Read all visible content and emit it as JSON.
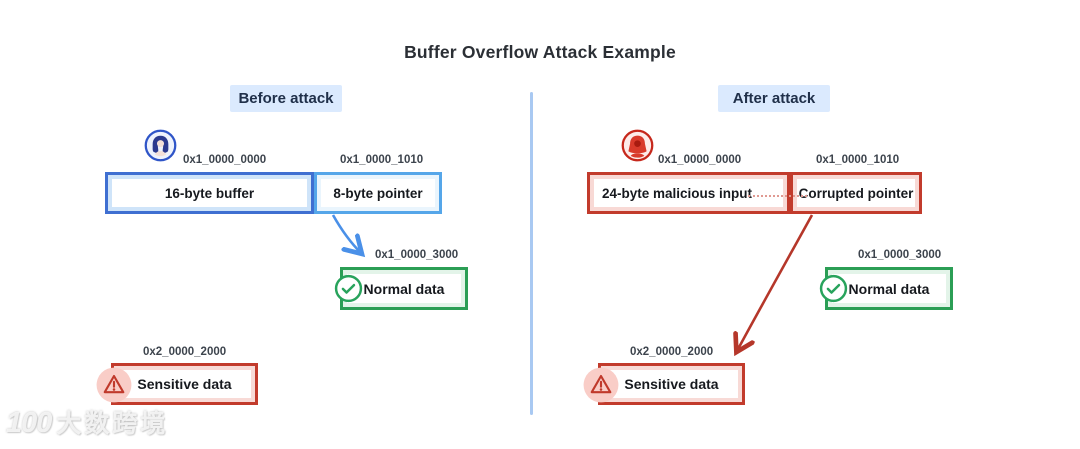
{
  "title": "Buffer Overflow Attack Example",
  "palette": {
    "badge_bg": "#dbeafe",
    "blue_border_strong": "#3f6fd1",
    "blue_border_light": "#55a6e9",
    "blue_fill": "#cfe4f9",
    "blue_fill_light": "#eaf5fd",
    "red_border": "#c23b2c",
    "red_fill": "#f8dad6",
    "green_border": "#2b9e55",
    "green_fill": "#e3f4e9",
    "arrow_blue": "#4a90e8",
    "arrow_red": "#b5372a",
    "divider": "#a9c9f2",
    "text_dark": "#16191e"
  },
  "panels": [
    {
      "badge": "Before attack",
      "actor_icon": "user-avatar-icon",
      "buffer_address": "0x1_0000_0000",
      "pointer_address": "0x1_0000_1010",
      "buffer_label": "16-byte buffer",
      "pointer_label": "8-byte pointer",
      "normal_address": "0x1_0000_3000",
      "normal_label": "Normal data",
      "normal_icon": "check-circle-icon",
      "sensitive_address": "0x2_0000_2000",
      "sensitive_label": "Sensitive data",
      "sensitive_icon": "warning-triangle-icon",
      "arrow": "pointer-to-normal-data"
    },
    {
      "badge": "After attack",
      "actor_icon": "attacker-avatar-icon",
      "buffer_address": "0x1_0000_0000",
      "pointer_address": "0x1_0000_1010",
      "buffer_label": "24-byte malicious input",
      "pointer_label": "Corrupted pointer",
      "normal_address": "0x1_0000_3000",
      "normal_label": "Normal data",
      "normal_icon": "check-circle-icon",
      "sensitive_address": "0x2_0000_2000",
      "sensitive_label": "Sensitive data",
      "sensitive_icon": "warning-triangle-icon",
      "arrow": "corrupted-pointer-to-sensitive-data"
    }
  ],
  "watermark": {
    "logo": "100",
    "text": "大数跨境"
  }
}
